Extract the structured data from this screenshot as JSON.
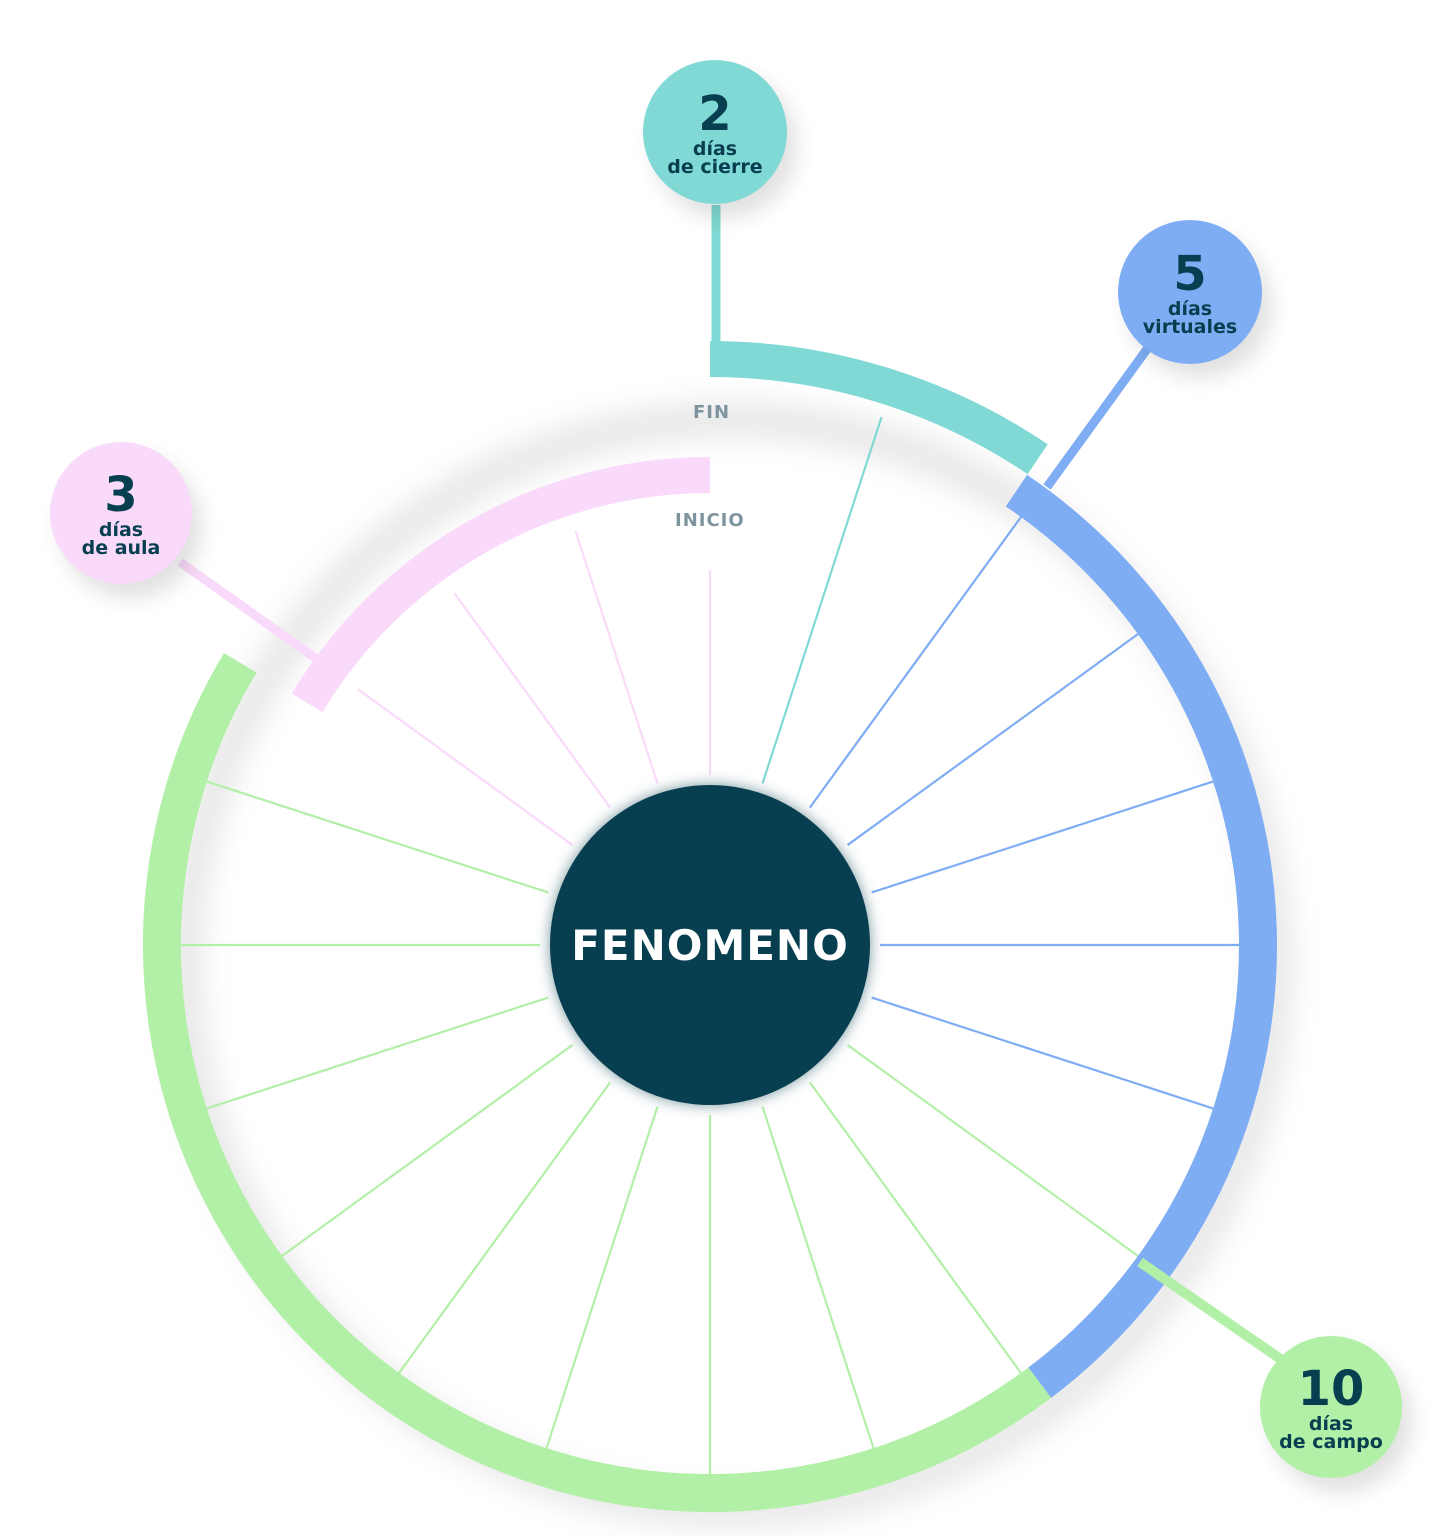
{
  "center": {
    "label": "FENOMENO"
  },
  "labels": {
    "start": "INICIO",
    "end": "FIN"
  },
  "segments": [
    {
      "key": "aula",
      "number": "3",
      "line1": "días",
      "line2": "de aula",
      "color": "#fadafa",
      "days": 3
    },
    {
      "key": "campo",
      "number": "10",
      "line1": "días",
      "line2": "de campo",
      "color": "#b3f0a7",
      "days": 10
    },
    {
      "key": "virtual",
      "number": "5",
      "line1": "días",
      "line2": "virtuales",
      "color": "#7fadf4",
      "days": 5
    },
    {
      "key": "cierre",
      "number": "2",
      "line1": "días",
      "line2": "de cierre",
      "color": "#80d9d4",
      "days": 2
    }
  ]
}
